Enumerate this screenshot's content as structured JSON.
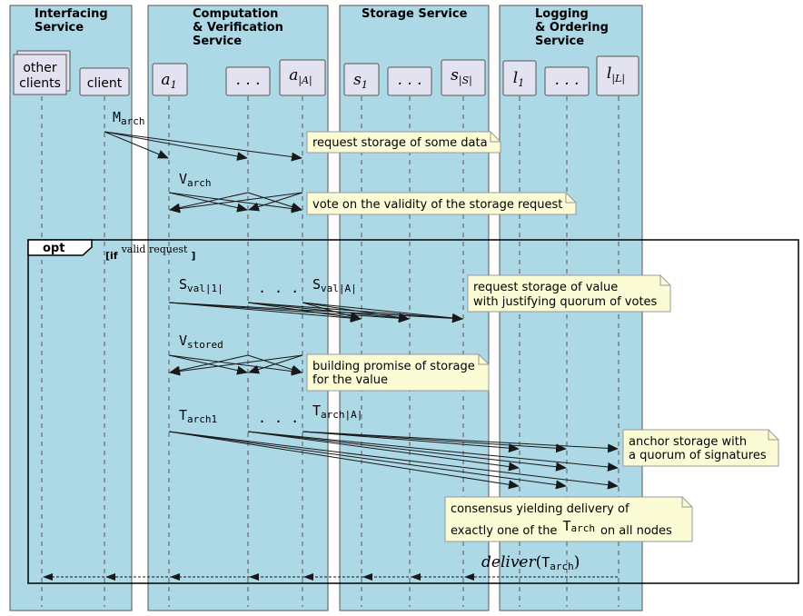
{
  "boxes": [
    {
      "title": [
        "Interfacing",
        "Service"
      ]
    },
    {
      "title": [
        "Computation",
        "& Verification",
        "Service"
      ]
    },
    {
      "title": [
        "Storage Service"
      ]
    },
    {
      "title": [
        "Logging",
        "& Ordering",
        "Service"
      ]
    }
  ],
  "participants": {
    "other_clients": [
      "other",
      "clients"
    ],
    "client": "client",
    "a1": {
      "base": "a",
      "sub": "1"
    },
    "a_dots": ". . .",
    "a_A": {
      "base": "a",
      "sub": "|A|"
    },
    "s1": {
      "base": "s",
      "sub": "1"
    },
    "s_dots": ". . .",
    "s_S": {
      "base": "s",
      "sub": "|S|"
    },
    "l1": {
      "base": "l",
      "sub": "1"
    },
    "l_dots": ". . .",
    "l_L": {
      "base": "l",
      "sub": "|L|"
    }
  },
  "messages": {
    "march": {
      "base": "M",
      "sub": "arch"
    },
    "varch": {
      "base": "V",
      "sub": "arch"
    },
    "sval1": {
      "base": "S",
      "sub": "val|1|"
    },
    "sval_dots": ". . .",
    "svalA": {
      "base": "S",
      "sub": "val|A|"
    },
    "vstored": {
      "base": "V",
      "sub": "stored"
    },
    "tarch1": {
      "base": "T",
      "sub": "arch1"
    },
    "tarch_dots": ". . .",
    "tarchA": {
      "base": "T",
      "sub": "arch|A|"
    },
    "deliver": {
      "func": "deliver",
      "base": "T",
      "sub": "arch"
    }
  },
  "notes": {
    "request": "request storage of some data",
    "vote": "vote on the validity of the storage request",
    "store_value": [
      "request storage of value",
      "with justifying quorum of votes"
    ],
    "promise": [
      "building promise of storage",
      "for the value"
    ],
    "anchor": [
      "anchor storage with",
      "a quorum of signatures"
    ],
    "consensus_line1": "consensus yielding delivery of",
    "consensus_pre": "exactly one of the",
    "consensus_t": {
      "base": "T",
      "sub": "arch"
    },
    "consensus_post": "on all nodes"
  },
  "opt": {
    "label": "opt",
    "guard_prefix": "[if",
    "guard_cond": "valid request",
    "guard_suffix": "]"
  },
  "colors": {
    "box_fill": "#add8e6",
    "box_stroke": "#555555",
    "participant_fill": "#e2e2f0",
    "note_fill": "#fbfbd5",
    "note_stroke": "#999999",
    "lifeline": "#555555",
    "arrow": "#181818"
  }
}
